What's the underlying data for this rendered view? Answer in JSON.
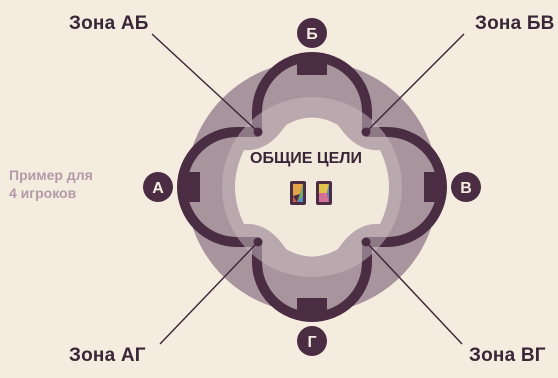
{
  "diagram": {
    "zones": {
      "ab": "Зона АБ",
      "bv": "Зона БВ",
      "ag": "Зона АГ",
      "vg": "Зона ВГ"
    },
    "players": {
      "a": "А",
      "b": "Б",
      "v": "В",
      "g": "Г"
    },
    "center_title": "ОБЩИЕ ЦЕЛИ",
    "example_note": [
      "Пример для",
      "4 игроков"
    ],
    "colors": {
      "background": "#f4ecdf",
      "board_circle": "#a8949c",
      "center_area": "#f2e9dd",
      "frame": "#4a2c43",
      "player_badge": "#4a2c43",
      "note_text": "#b49aa8"
    },
    "icons": [
      "goal-card-icon",
      "goal-card-icon"
    ]
  }
}
